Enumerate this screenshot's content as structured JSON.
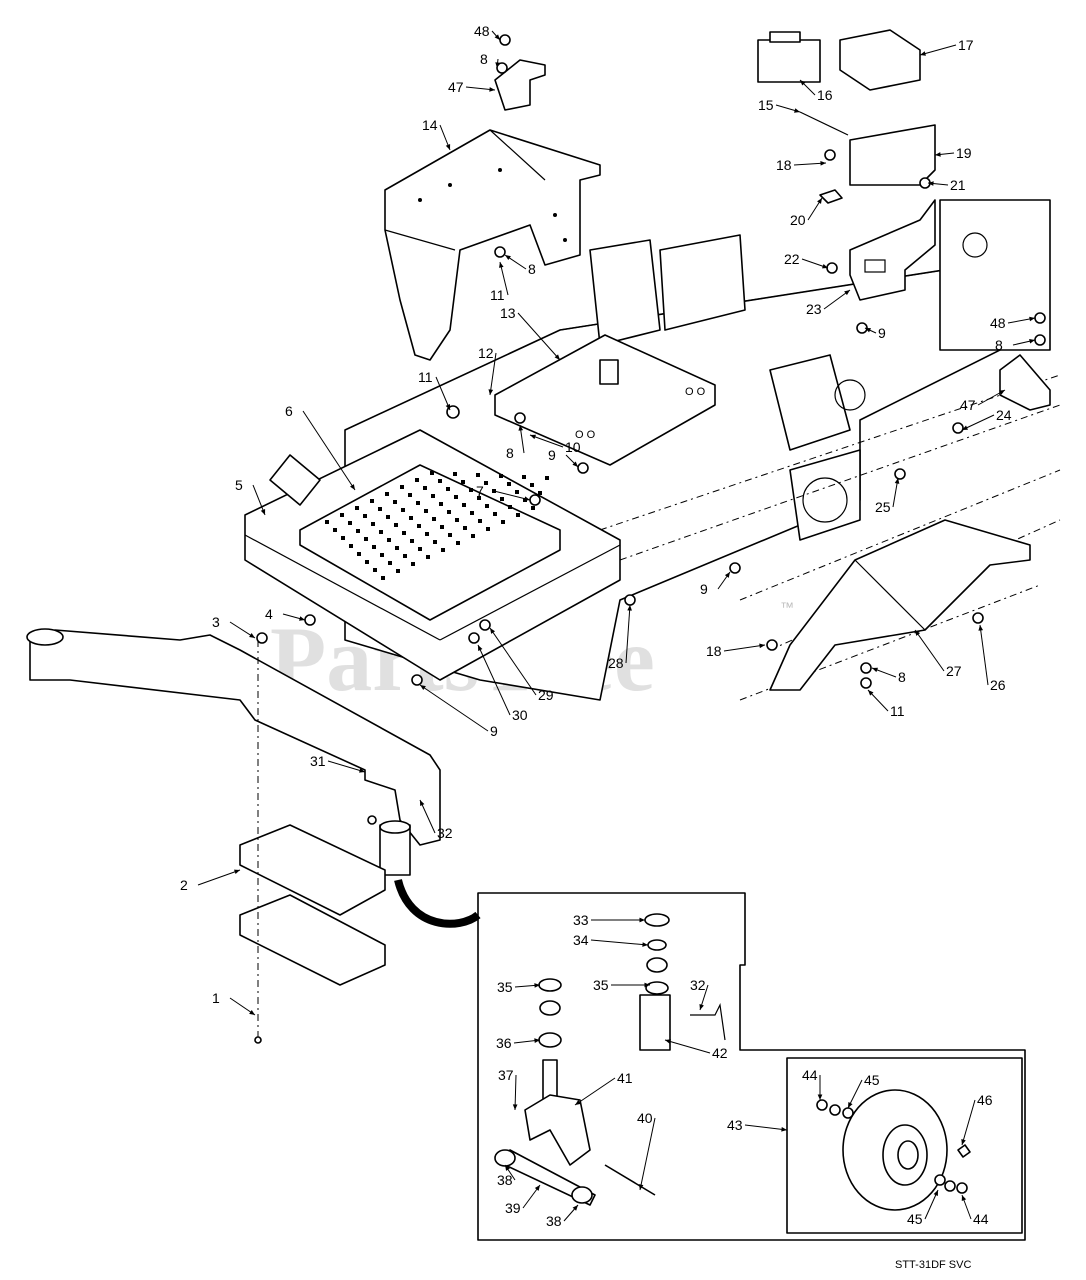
{
  "watermark": {
    "text": "PartsTree",
    "mark": "™"
  },
  "drawing_code": "STT-31DF SVC",
  "callouts": [
    {
      "id": "c48a",
      "label": "48"
    },
    {
      "id": "c8a",
      "label": "8"
    },
    {
      "id": "c47a",
      "label": "47"
    },
    {
      "id": "c14",
      "label": "14"
    },
    {
      "id": "c8b",
      "label": "8"
    },
    {
      "id": "c11a",
      "label": "11"
    },
    {
      "id": "c16",
      "label": "16"
    },
    {
      "id": "c17",
      "label": "17"
    },
    {
      "id": "c15",
      "label": "15"
    },
    {
      "id": "c18a",
      "label": "18"
    },
    {
      "id": "c19",
      "label": "19"
    },
    {
      "id": "c21",
      "label": "21"
    },
    {
      "id": "c20",
      "label": "20"
    },
    {
      "id": "c22",
      "label": "22"
    },
    {
      "id": "c23",
      "label": "23"
    },
    {
      "id": "c9a",
      "label": "9"
    },
    {
      "id": "c48b",
      "label": "48"
    },
    {
      "id": "c8c",
      "label": "8"
    },
    {
      "id": "c47b",
      "label": "47"
    },
    {
      "id": "c24",
      "label": "24"
    },
    {
      "id": "c13",
      "label": "13"
    },
    {
      "id": "c12",
      "label": "12"
    },
    {
      "id": "c11b",
      "label": "11"
    },
    {
      "id": "c6",
      "label": "6"
    },
    {
      "id": "c10",
      "label": "10"
    },
    {
      "id": "c8d",
      "label": "8"
    },
    {
      "id": "c9b",
      "label": "9"
    },
    {
      "id": "c7",
      "label": "7"
    },
    {
      "id": "c5",
      "label": "5"
    },
    {
      "id": "c25",
      "label": "25"
    },
    {
      "id": "c9c",
      "label": "9"
    },
    {
      "id": "c4",
      "label": "4"
    },
    {
      "id": "c3",
      "label": "3"
    },
    {
      "id": "c28",
      "label": "28"
    },
    {
      "id": "c29",
      "label": "29"
    },
    {
      "id": "c30",
      "label": "30"
    },
    {
      "id": "c9d",
      "label": "9"
    },
    {
      "id": "c18b",
      "label": "18"
    },
    {
      "id": "c8e",
      "label": "8"
    },
    {
      "id": "c11c",
      "label": "11"
    },
    {
      "id": "c27",
      "label": "27"
    },
    {
      "id": "c26",
      "label": "26"
    },
    {
      "id": "c31",
      "label": "31"
    },
    {
      "id": "c32a",
      "label": "32"
    },
    {
      "id": "c2",
      "label": "2"
    },
    {
      "id": "c1",
      "label": "1"
    },
    {
      "id": "c33",
      "label": "33"
    },
    {
      "id": "c34",
      "label": "34"
    },
    {
      "id": "c35a",
      "label": "35"
    },
    {
      "id": "c35b",
      "label": "35"
    },
    {
      "id": "c32b",
      "label": "32"
    },
    {
      "id": "c36",
      "label": "36"
    },
    {
      "id": "c42",
      "label": "42"
    },
    {
      "id": "c37",
      "label": "37"
    },
    {
      "id": "c41",
      "label": "41"
    },
    {
      "id": "c40",
      "label": "40"
    },
    {
      "id": "c38a",
      "label": "38"
    },
    {
      "id": "c39",
      "label": "39"
    },
    {
      "id": "c38b",
      "label": "38"
    },
    {
      "id": "c43",
      "label": "43"
    },
    {
      "id": "c44a",
      "label": "44"
    },
    {
      "id": "c45a",
      "label": "45"
    },
    {
      "id": "c46",
      "label": "46"
    },
    {
      "id": "c45b",
      "label": "45"
    },
    {
      "id": "c44b",
      "label": "44"
    }
  ]
}
